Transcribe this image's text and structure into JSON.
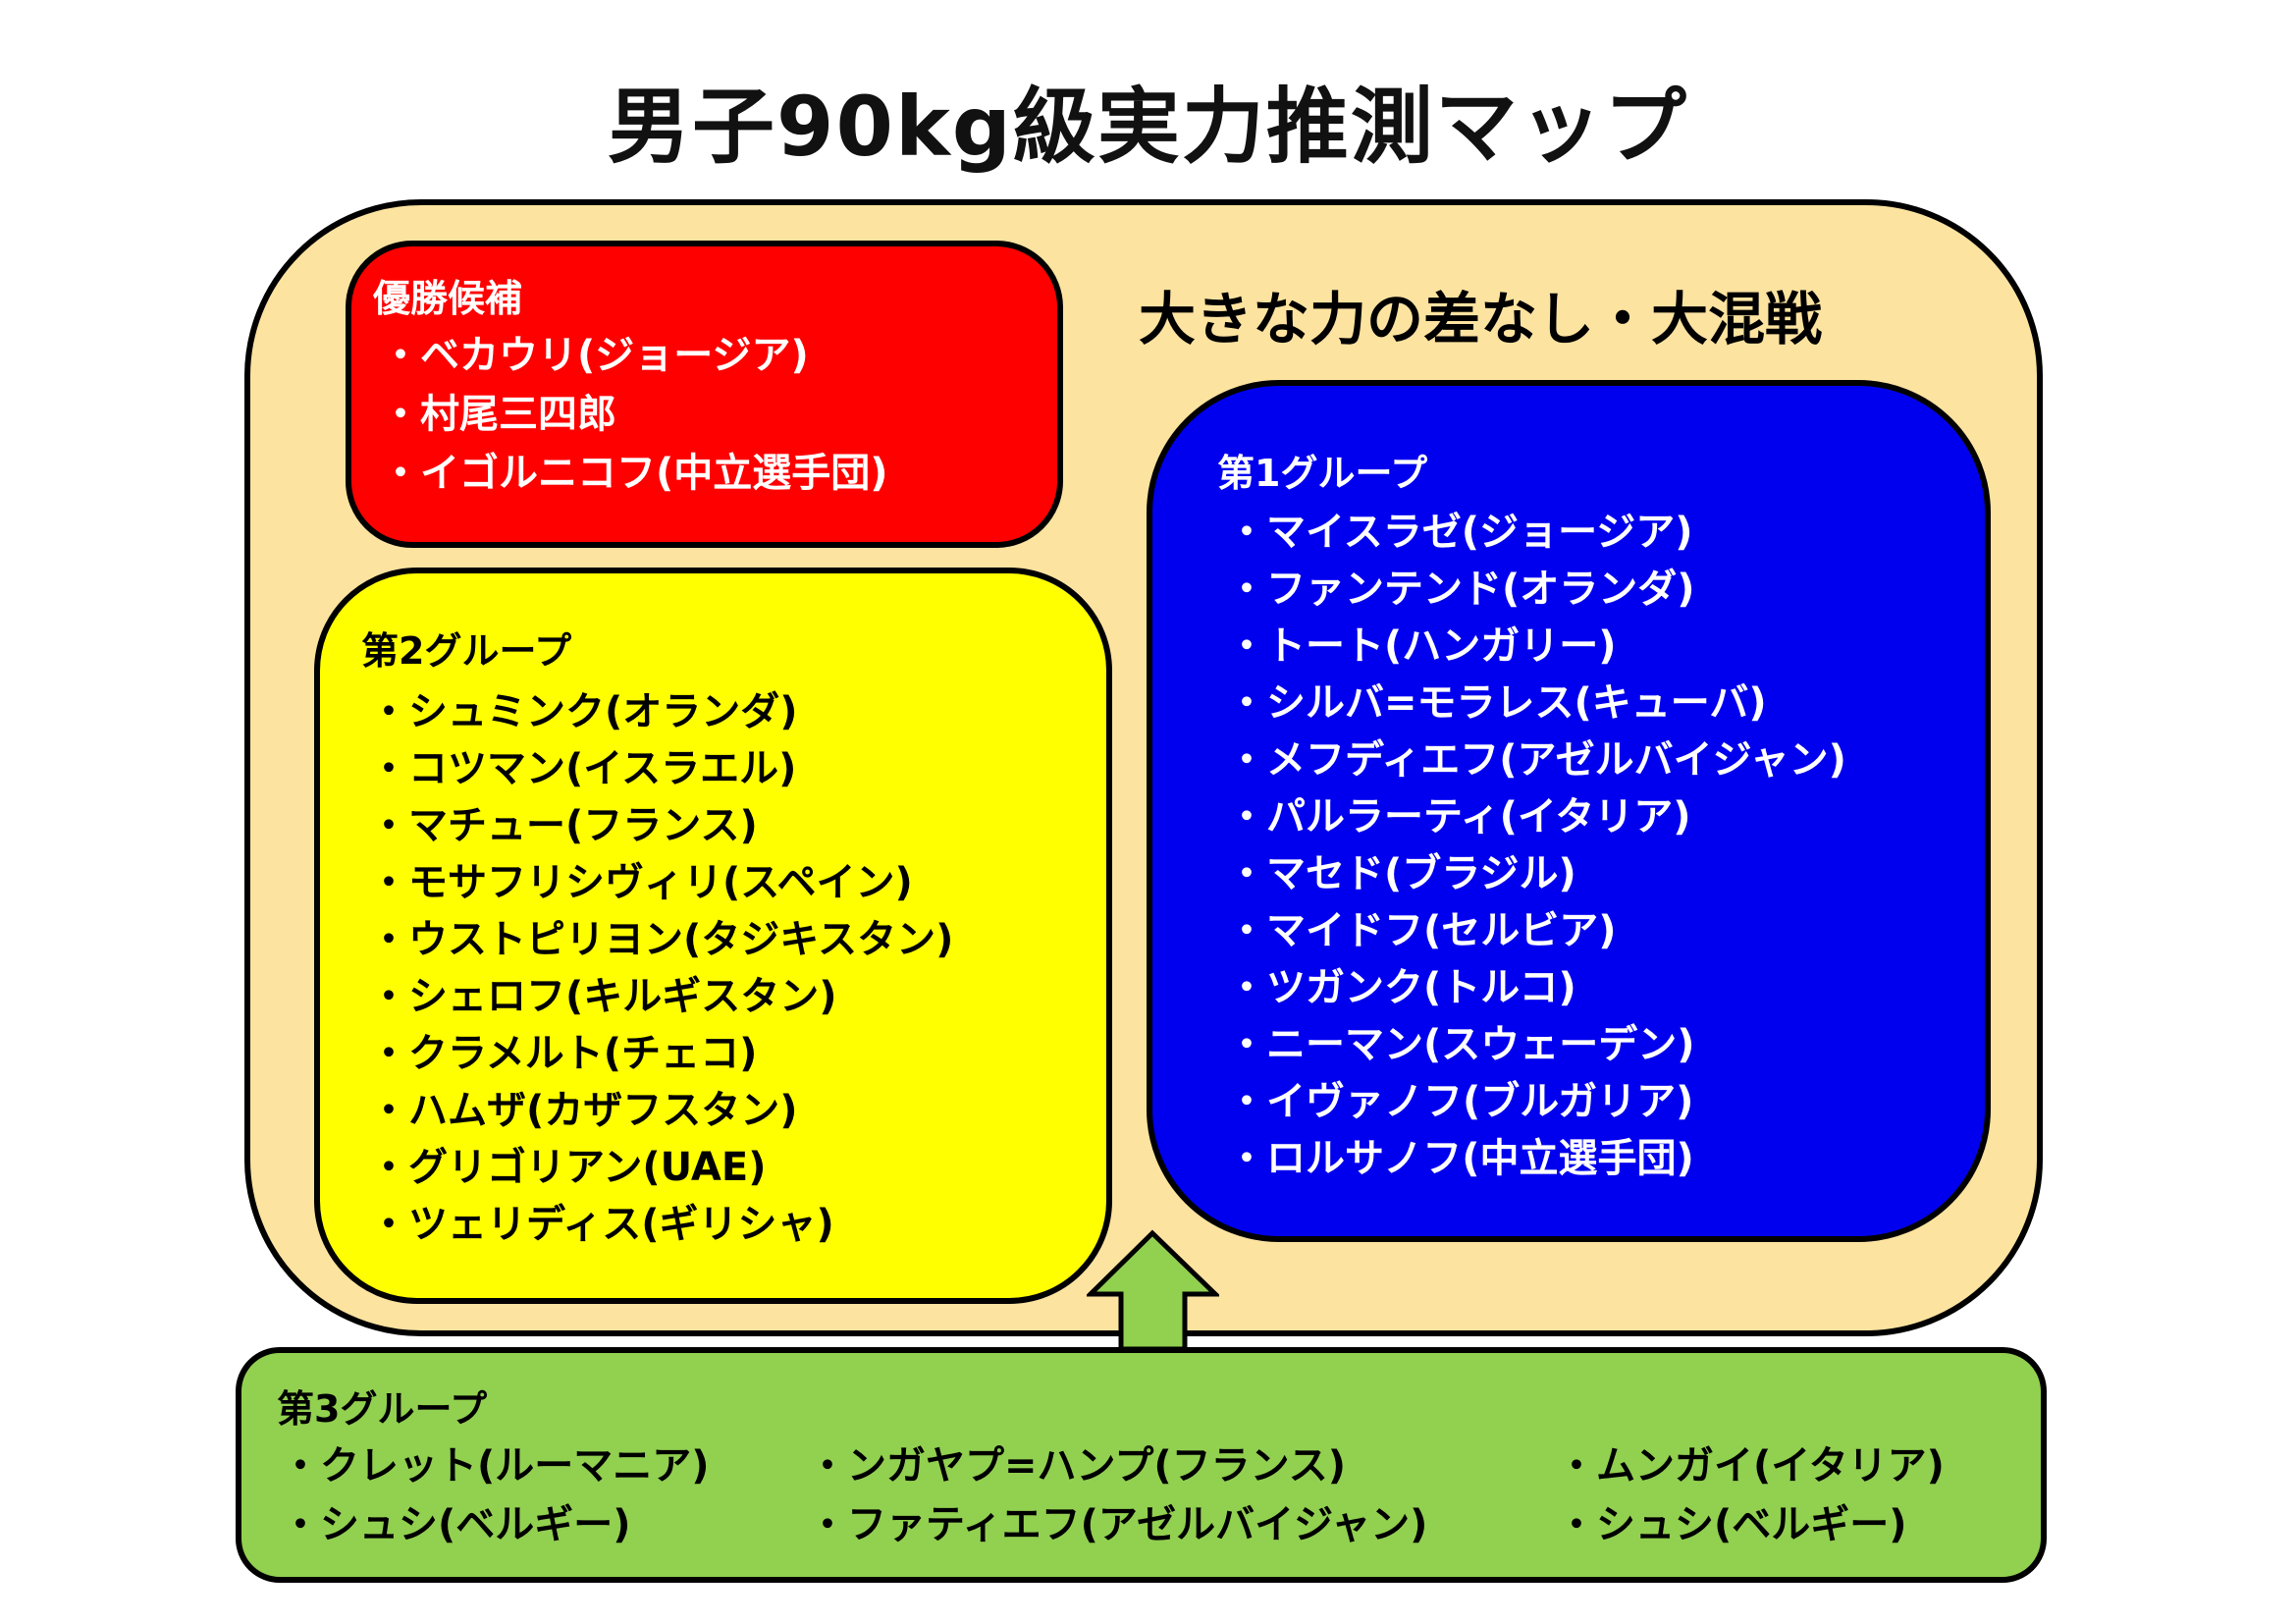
{
  "title": "男子90kg級実力推測マップ",
  "subtitle": "大きな力の差なし・大混戦",
  "favorites": {
    "title": "優勝候補",
    "items": [
      "・ベカウリ(ジョージア)",
      "・村尾三四郎",
      "・イゴルニコフ(中立選手団)"
    ]
  },
  "group1": {
    "title": "第1グループ",
    "items": [
      "・マイスラゼ(ジョージア)",
      "・ファンテンド(オランダ)",
      "・トート(ハンガリー)",
      "・シルバ=モラレス(キューバ)",
      "・メフディエフ(アゼルバイジャン)",
      "・パルラーティ(イタリア)",
      "・マセド(ブラジル)",
      "・マイドフ(セルビア)",
      "・ツガンク(トルコ)",
      "・ニーマン(スウェーデン)",
      "・イヴァノフ(ブルガリア)",
      "・ロルサノフ(中立選手団)"
    ]
  },
  "group2": {
    "title": "第2グループ",
    "items": [
      "・シュミンク(オランダ)",
      "・コツマン(イスラエル)",
      "・マチュー(フランス)",
      "・モサフリシヴィリ(スペイン)",
      "・ウストピリヨン(タジキスタン)",
      "・シェロフ(キルギスタン)",
      "・クラメルト(チェコ)",
      "・ハムザ(カザフスタン)",
      "・グリゴリアン(UAE)",
      "・ツェリディス(ギリシャ)"
    ]
  },
  "group3": {
    "title": "第3グループ",
    "items": [
      "・クレット(ルーマニア)",
      "・ンガヤプ=ハンプ(フランス)",
      "・ムンガイ(イタリア)",
      "・シュシ(ベルギー)",
      "・ファティエフ(アゼルバイジャン)",
      "・シュシ(ベルギー)"
    ]
  },
  "colors": {
    "outer": "#fde3a0",
    "favorites": "#ff0000",
    "group1": "#0000ee",
    "group2": "#ffff00",
    "group3": "#92d050"
  }
}
